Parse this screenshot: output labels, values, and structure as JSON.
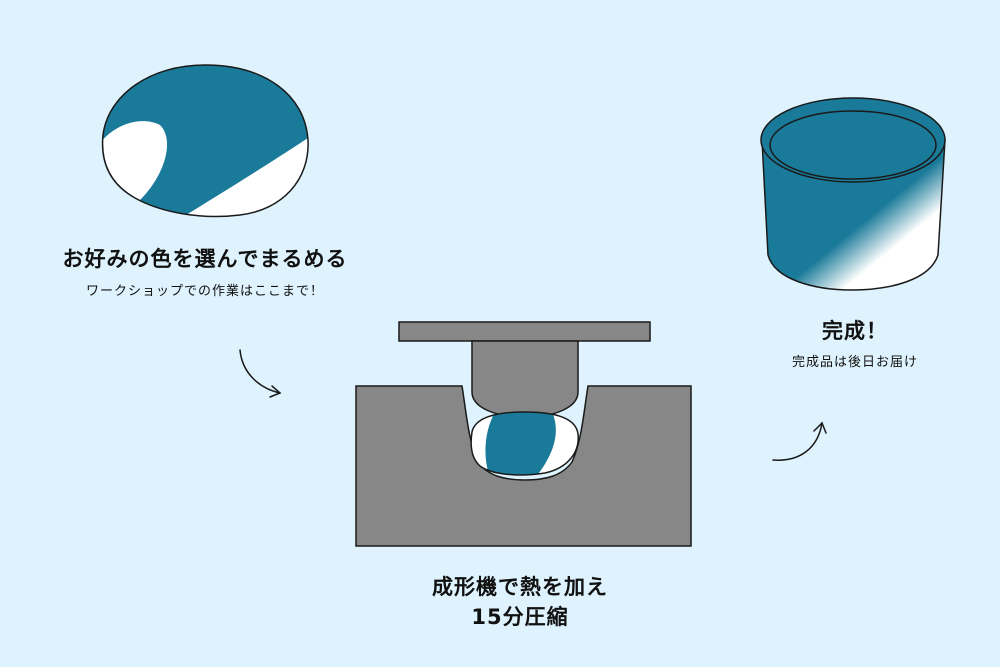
{
  "step1": {
    "title": "お好みの色を選んでまるめる",
    "subtitle": "ワークショップでの作業はここまで！"
  },
  "step2": {
    "title_line1": "成形機で熱を加え",
    "title_line2": "15分圧縮"
  },
  "step3": {
    "title": "完成！",
    "subtitle": "完成品は後日お届け"
  },
  "colors": {
    "background": "#def3fd",
    "accent": "#1a7a99",
    "machine": "#878787",
    "outline": "#1a1a1a"
  }
}
